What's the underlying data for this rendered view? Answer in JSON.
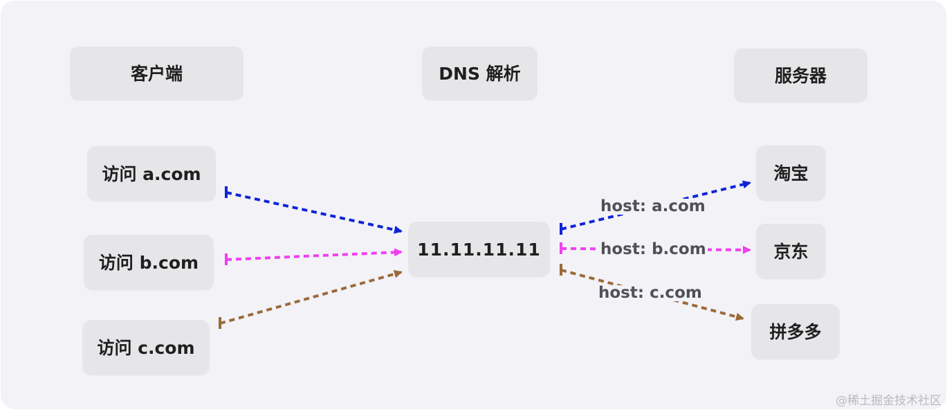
{
  "headers": {
    "client": "客户端",
    "dns": "DNS 解析",
    "server": "服务器"
  },
  "clients": [
    {
      "label": "访问 a.com"
    },
    {
      "label": "访问 b.com"
    },
    {
      "label": "访问 c.com"
    }
  ],
  "dns_ip": "11.11.11.11",
  "servers": [
    {
      "label": "淘宝"
    },
    {
      "label": "京东"
    },
    {
      "label": "拼多多"
    }
  ],
  "host_labels": [
    "host: a.com",
    "host: b.com",
    "host: c.com"
  ],
  "colors": {
    "blue": "#1024d6",
    "magenta": "#f03ff2",
    "brown": "#9b6a39"
  },
  "watermark": "@稀土掘金技术社区"
}
